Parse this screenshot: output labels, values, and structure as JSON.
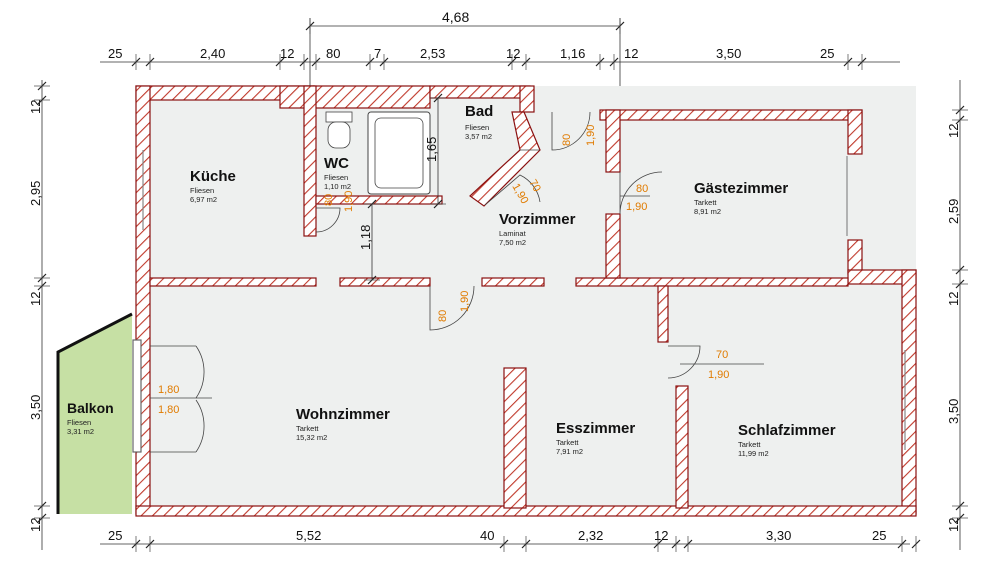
{
  "colors": {
    "wall_hatch": "#c0392b",
    "floor": "#eef0ef",
    "balcony": "#c6e0a4",
    "door_dimension": "#e07b00"
  },
  "rooms": {
    "kueche": {
      "name": "Küche",
      "floor": "Fliesen",
      "area": "6,97 m2"
    },
    "wc": {
      "name": "WC",
      "floor": "Fliesen",
      "area": "1,10 m2"
    },
    "bad": {
      "name": "Bad",
      "floor": "Fliesen",
      "area": "3,57 m2"
    },
    "vorzimmer": {
      "name": "Vorzimmer",
      "floor": "Laminat",
      "area": "7,50 m2"
    },
    "gaeste": {
      "name": "Gästezimmer",
      "floor": "Tarkett",
      "area": "8,91 m2"
    },
    "wohn": {
      "name": "Wohnzimmer",
      "floor": "Tarkett",
      "area": "15,32 m2"
    },
    "ess": {
      "name": "Esszimmer",
      "floor": "Tarkett",
      "area": "7,91 m2"
    },
    "schlaf": {
      "name": "Schlafzimmer",
      "floor": "Tarkett",
      "area": "11,99 m2"
    },
    "balkon": {
      "name": "Balkon",
      "floor": "Fliesen",
      "area": "3,31 m2"
    }
  },
  "dimensions": {
    "top_overall": "4,68",
    "top": [
      "25",
      "2,40",
      "12",
      "80",
      "7",
      "2,53",
      "12",
      "1,16",
      "12",
      "3,50",
      "25"
    ],
    "bottom": [
      "25",
      "5,52",
      "40",
      "2,32",
      "12",
      "3,30",
      "25"
    ],
    "left": [
      "12",
      "2,95",
      "12",
      "3,50",
      "12"
    ],
    "right": [
      "12",
      "2,59",
      "12",
      "3,50",
      "12"
    ],
    "inner": {
      "bad_height": "1,65",
      "vorzimmer_depth": "1,18"
    }
  },
  "doors": {
    "wc": [
      "80",
      "1,90"
    ],
    "bad": [
      "70",
      "1,90"
    ],
    "entry": [
      "80",
      "1,90"
    ],
    "gaeste": [
      "80",
      "1,90"
    ],
    "wohn": [
      "80",
      "1,90"
    ],
    "balkon": [
      "1,80",
      "1,80"
    ],
    "schlaf": [
      "70",
      "1,90"
    ]
  }
}
